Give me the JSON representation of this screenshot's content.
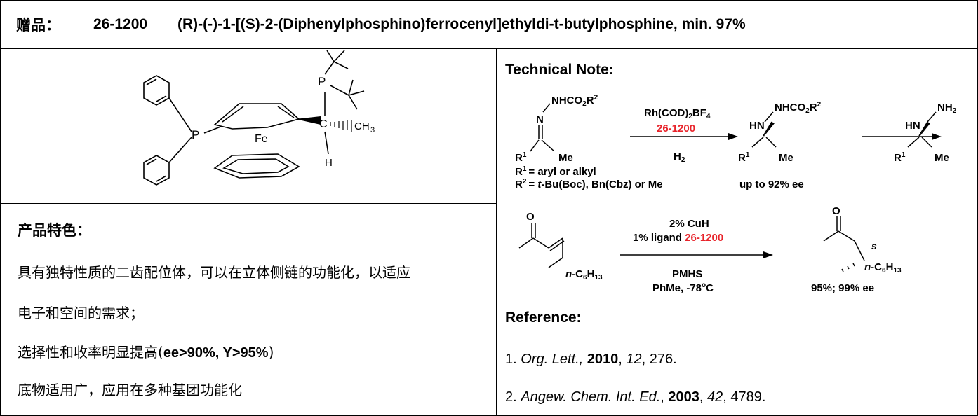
{
  "header": {
    "label": "赠品：",
    "product_id": "26-1200",
    "product_name": "(R)-(-)-1-[(S)-2-(Diphenylphosphino)ferrocenyl]ethyldi-t-butylphosphine, min. 97%"
  },
  "structure": {
    "atoms": {
      "p1": "P",
      "p2": "P",
      "fe": "Fe",
      "c": "C",
      "ch": "CH",
      "ch_sub": "3",
      "h": "H"
    }
  },
  "features": {
    "title": "产品特色：",
    "line1": "具有独特性质的二齿配位体，可以在立体侧链的功能化，以适应",
    "line2": "电子和空间的需求；",
    "line3_prefix": "选择性和收率明显提高(",
    "line3_bold": "ee>90%, Y>95%",
    "line3_suffix": ")",
    "line4": "底物适用广，应用在多种基团功能化"
  },
  "technical_note": {
    "title": "Technical Note:",
    "rxn1": {
      "catalyst": "Rh(COD)",
      "catalyst_sub": "2",
      "catalyst_rest": "BF",
      "catalyst_sub2": "4",
      "ligand": "26-1200",
      "reagent": "H",
      "reagent_sub": "2",
      "substrate_group": "NHCO",
      "r": "R",
      "n": "N",
      "me": "Me",
      "hn": "HN",
      "nh": "NH",
      "nh_sub": "2",
      "r1_def": "= aryl or alkyl",
      "r2_def_prefix": "= ",
      "r2_def_italic": "t",
      "r2_def_rest": "-Bu(Boc), Bn(Cbz) or Me",
      "yield": "up to 92% ee"
    },
    "rxn2": {
      "catalyst": "2% CuH",
      "ligand_prefix": "1% ligand ",
      "ligand": "26-1200",
      "reagent": "PMHS",
      "conditions": "PhMe, -78",
      "conditions_sup": "o",
      "conditions_suffix": "C",
      "o": "O",
      "substituent_italic": "n",
      "substituent_rest": "-C",
      "sub6": "6",
      "h": "H",
      "sub13": "13",
      "stereo": "s",
      "yield": "95%; 99% ee"
    }
  },
  "references": {
    "title": "Reference:",
    "items": [
      {
        "num": "1. ",
        "journal": "Org. Lett.,",
        "year": "2010",
        "volume": "12",
        "pages": ", 276."
      },
      {
        "num": "2. ",
        "journal": "Angew. Chem. Int. Ed.",
        "year": "2003",
        "volume": "42",
        "pages": ", 4789."
      }
    ]
  },
  "colors": {
    "accent": "#e8242b",
    "text": "#000000"
  }
}
